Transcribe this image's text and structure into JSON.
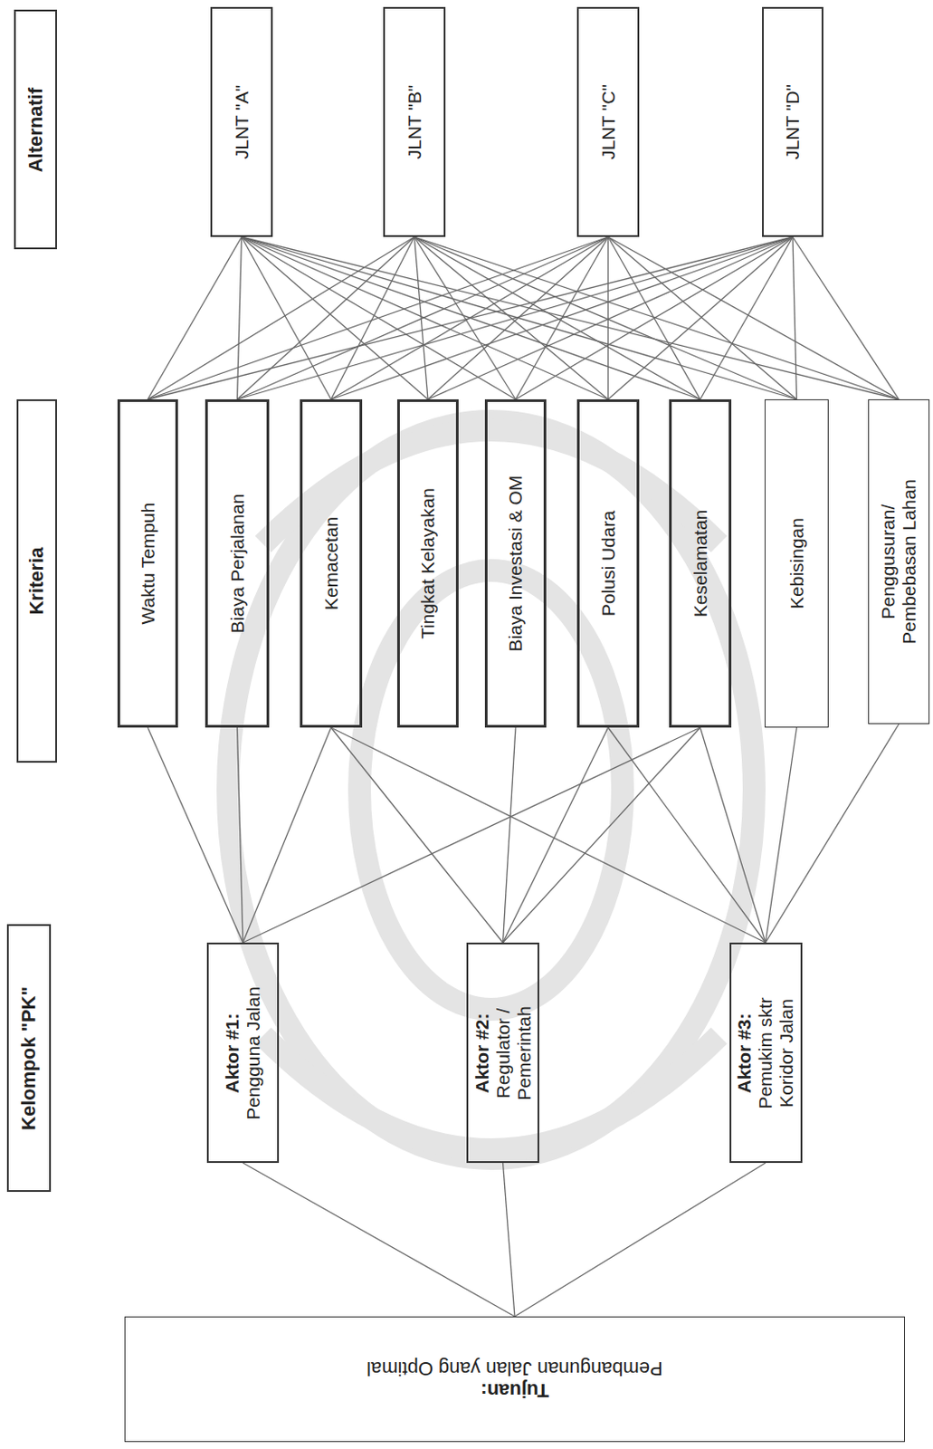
{
  "diagram": {
    "nodes": [
      {
        "text": [
          "Tujuan:",
          "Pembangunan Jalan yang Optimal"
        ]
      },
      {
        "text": [
          "Kelompok \"PK\""
        ]
      },
      {
        "text": [
          "Aktor #1:",
          "Pengguna Jalan"
        ]
      },
      {
        "text": [
          "Aktor #2:",
          "Regulator / Pemerintah"
        ]
      },
      {
        "text": [
          "Aktor #3:",
          "Pemukim sktr Koridor Jalan"
        ]
      },
      {
        "text": [
          "Kriteria"
        ]
      },
      {
        "text": [
          "Waktu Tempuh"
        ]
      },
      {
        "text": [
          "Biaya Perjalanan"
        ]
      },
      {
        "text": [
          "Kemacetan"
        ]
      },
      {
        "text": [
          "Tingkat Kelayakan"
        ]
      },
      {
        "text": [
          "Biaya Investasi & OM"
        ]
      },
      {
        "text": [
          "Polusi Udara"
        ]
      },
      {
        "text": [
          "Keselamatan"
        ]
      },
      {
        "text": [
          "Kebisingan"
        ]
      },
      {
        "text": [
          "Penggusuran/ Pembebasan Lahan"
        ]
      },
      {
        "text": [
          "Alternatif"
        ]
      },
      {
        "text": [
          "JLNT \"A\""
        ]
      },
      {
        "text": [
          "JLNT \"B\""
        ]
      },
      {
        "text": [
          "JLNT \"C\""
        ]
      },
      {
        "text": [
          "JLNT \"D\""
        ]
      }
    ],
    "edges": [
      {
        "from": 0,
        "to": 2,
        "arrow": "none"
      },
      {
        "from": 0,
        "to": 3,
        "arrow": "none"
      },
      {
        "from": 0,
        "to": 4,
        "arrow": "none"
      },
      {
        "from": 2,
        "to": 6,
        "arrow": "none"
      },
      {
        "from": 2,
        "to": 7,
        "arrow": "none"
      },
      {
        "from": 2,
        "to": 8,
        "arrow": "none"
      },
      {
        "from": 2,
        "to": 12,
        "arrow": "none"
      },
      {
        "from": 3,
        "to": 8,
        "arrow": "none"
      },
      {
        "from": 3,
        "to": 10,
        "arrow": "none"
      },
      {
        "from": 3,
        "to": 11,
        "arrow": "none"
      },
      {
        "from": 3,
        "to": 12,
        "arrow": "none"
      },
      {
        "from": 4,
        "to": 8,
        "arrow": "none"
      },
      {
        "from": 4,
        "to": 11,
        "arrow": "none"
      },
      {
        "from": 4,
        "to": 12,
        "arrow": "none"
      },
      {
        "from": 4,
        "to": 13,
        "arrow": "none"
      },
      {
        "from": 4,
        "to": 14,
        "arrow": "none"
      },
      {
        "from": 6,
        "to": 16,
        "arrow": "none"
      },
      {
        "from": 6,
        "to": 17,
        "arrow": "none"
      },
      {
        "from": 6,
        "to": 18,
        "arrow": "none"
      },
      {
        "from": 6,
        "to": 19,
        "arrow": "none"
      },
      {
        "from": 7,
        "to": 16,
        "arrow": "none"
      },
      {
        "from": 7,
        "to": 17,
        "arrow": "none"
      },
      {
        "from": 7,
        "to": 18,
        "arrow": "none"
      },
      {
        "from": 7,
        "to": 19,
        "arrow": "none"
      },
      {
        "from": 8,
        "to": 16,
        "arrow": "none"
      },
      {
        "from": 8,
        "to": 17,
        "arrow": "none"
      },
      {
        "from": 8,
        "to": 18,
        "arrow": "none"
      },
      {
        "from": 8,
        "to": 19,
        "arrow": "none"
      },
      {
        "from": 9,
        "to": 16,
        "arrow": "none"
      },
      {
        "from": 9,
        "to": 17,
        "arrow": "none"
      },
      {
        "from": 9,
        "to": 18,
        "arrow": "none"
      },
      {
        "from": 9,
        "to": 19,
        "arrow": "none"
      },
      {
        "from": 10,
        "to": 16,
        "arrow": "none"
      },
      {
        "from": 10,
        "to": 17,
        "arrow": "none"
      },
      {
        "from": 10,
        "to": 18,
        "arrow": "none"
      },
      {
        "from": 10,
        "to": 19,
        "arrow": "none"
      },
      {
        "from": 11,
        "to": 16,
        "arrow": "none"
      },
      {
        "from": 11,
        "to": 17,
        "arrow": "none"
      },
      {
        "from": 11,
        "to": 18,
        "arrow": "none"
      },
      {
        "from": 11,
        "to": 19,
        "arrow": "none"
      },
      {
        "from": 12,
        "to": 16,
        "arrow": "none"
      },
      {
        "from": 12,
        "to": 17,
        "arrow": "none"
      },
      {
        "from": 12,
        "to": 18,
        "arrow": "none"
      },
      {
        "from": 12,
        "to": 19,
        "arrow": "none"
      },
      {
        "from": 13,
        "to": 16,
        "arrow": "none"
      },
      {
        "from": 13,
        "to": 17,
        "arrow": "none"
      },
      {
        "from": 13,
        "to": 18,
        "arrow": "none"
      },
      {
        "from": 13,
        "to": 19,
        "arrow": "none"
      },
      {
        "from": 14,
        "to": 16,
        "arrow": "none"
      },
      {
        "from": 14,
        "to": 17,
        "arrow": "none"
      },
      {
        "from": 14,
        "to": 18,
        "arrow": "none"
      },
      {
        "from": 14,
        "to": 19,
        "arrow": "none"
      }
    ]
  }
}
